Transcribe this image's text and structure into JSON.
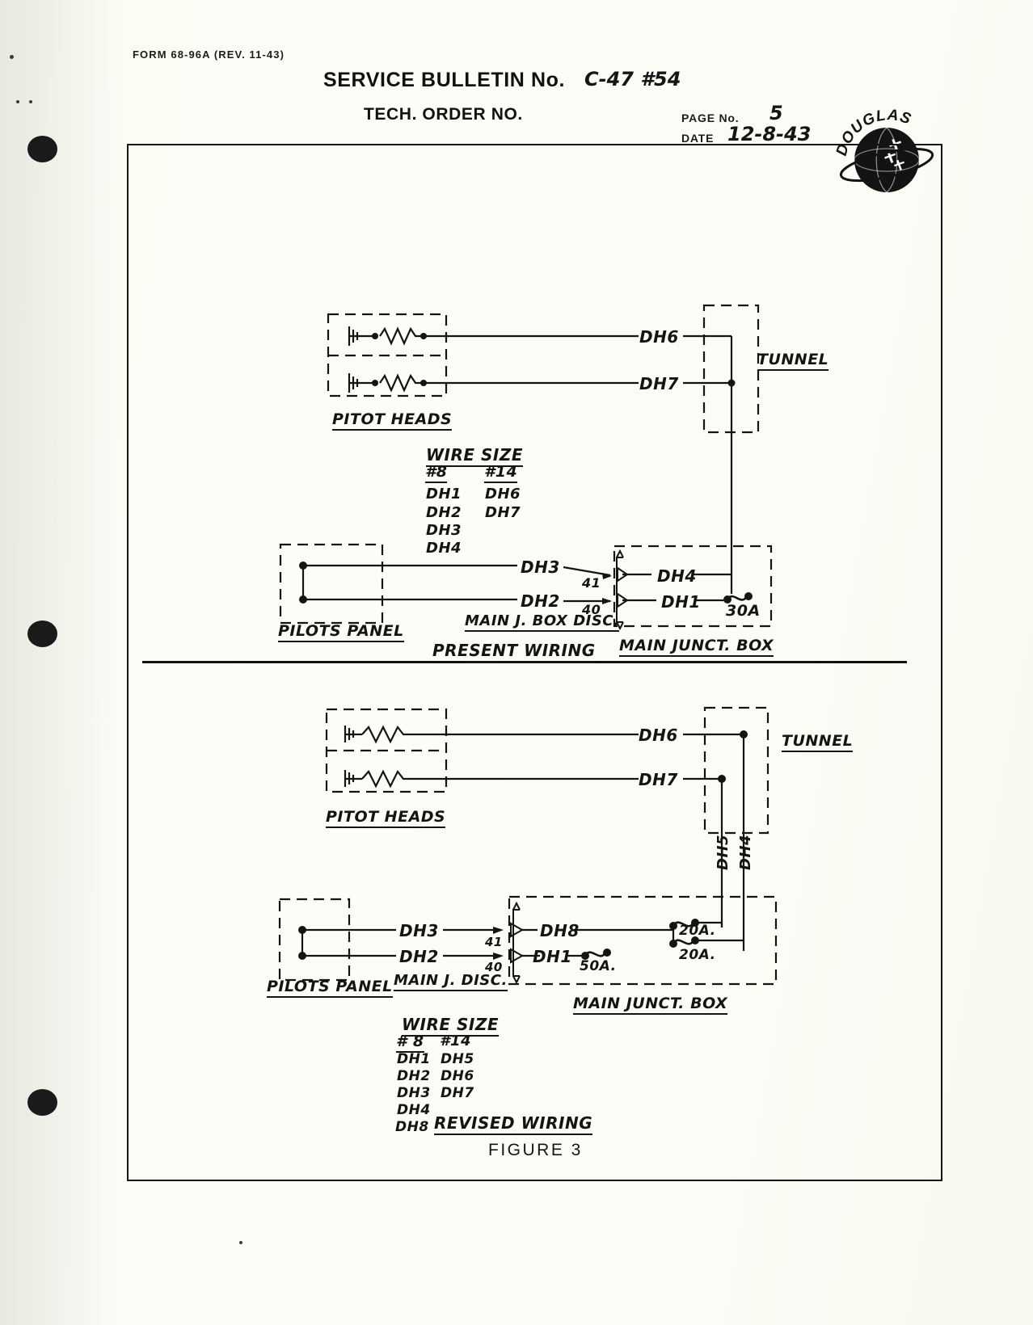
{
  "header": {
    "form_code": "FORM 68-96A  (REV. 11-43)",
    "bulletin_label": "SERVICE BULLETIN No.",
    "bulletin_number": "C-47 #54",
    "tech_order_label": "TECH. ORDER NO.",
    "page_no_label": "PAGE No.",
    "page_no_value": "5",
    "date_label": "DATE",
    "date_value": "12-8-43",
    "logo_text": "DOUGLAS"
  },
  "present": {
    "section_title": "PRESENT WIRING",
    "pitot_heads_label": "PITOT HEADS",
    "tunnel_label": "TUNNEL",
    "pilots_panel_label": "PILOTS PANEL",
    "main_j_box_disc_label": "MAIN J. BOX DISC.",
    "main_junct_box_label": "MAIN JUNCT. BOX",
    "wire_dh6": "DH6",
    "wire_dh7": "DH7",
    "wire_dh3": "DH3",
    "wire_dh2": "DH2",
    "wire_dh4": "DH4",
    "wire_dh1": "DH1",
    "pin_41": "41",
    "pin_40": "40",
    "fuse_30a": "30A",
    "wire_size": {
      "title": "WIRE  SIZE",
      "col1_header": "#8",
      "col2_header": "#14",
      "col1": [
        "DH1",
        "DH2",
        "DH3",
        "DH4"
      ],
      "col2": [
        "DH6",
        "DH7"
      ]
    }
  },
  "revised": {
    "section_title": "REVISED  WIRING",
    "pitot_heads_label": "PITOT  HEADS",
    "tunnel_label": "TUNNEL",
    "pilots_panel_label": "PILOTS  PANEL",
    "main_j_disc_label": "MAIN J. DISC.",
    "main_junct_box_label": "MAIN  JUNCT.  BOX",
    "wire_dh6": "DH6",
    "wire_dh7": "DH7",
    "wire_dh5": "DH5",
    "wire_dh4": "DH4",
    "wire_dh3": "DH3",
    "wire_dh2": "DH2",
    "wire_dh8": "DH8",
    "wire_dh1": "DH1",
    "pin_41": "41",
    "pin_40": "40",
    "fuse_50a": "50A.",
    "fuse_20a_top": "20A.",
    "fuse_20a_bottom": "20A.",
    "wire_size": {
      "title": "WIRE SIZE",
      "col1_header": "# 8",
      "col2_header": "#14",
      "col1": [
        "DH1",
        "DH2",
        "DH3",
        "DH4",
        "DH8"
      ],
      "col2": [
        "DH5",
        "DH6",
        "DH7"
      ]
    }
  },
  "figure_caption": "FIGURE 3",
  "colors": {
    "ink": "#141414",
    "paper": "#fdfdf7"
  }
}
